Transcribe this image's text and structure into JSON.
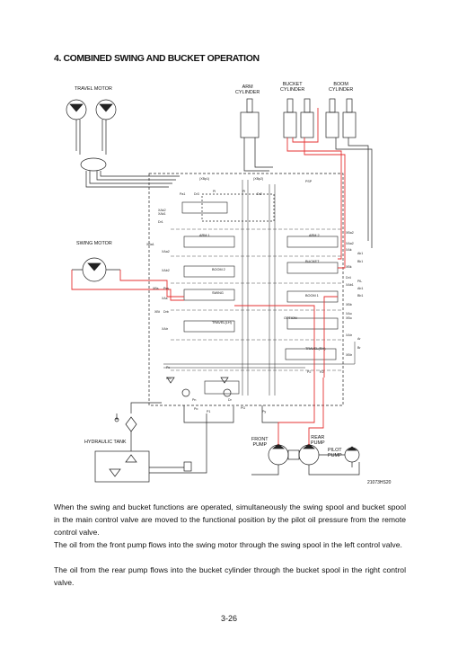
{
  "section_title": "4. COMBINED SWING AND BUCKET OPERATION",
  "labels": {
    "travel_motor": "TRAVEL MOTOR",
    "arm_cylinder": "ARM\nCYLINDER",
    "bucket_cylinder": "BUCKET\nCYLINDER",
    "boom_cylinder": "BOOM\nCYLINDER",
    "swing_motor": "SWING MOTOR",
    "hydraulic_tank": "HYDRAULIC TANK",
    "front_pump": "FRONT\nPUMP",
    "rear_pump": "REAR\nPUMP",
    "pilot_pump": "PILOT\nPUMP"
  },
  "valve_labels": [
    "ARM 1",
    "ARM 2",
    "BUCKET",
    "BOOM 2",
    "SWING",
    "BOOM 1",
    "OPTION",
    "TRAVEL(LH)",
    "TRAVEL(RH)"
  ],
  "figure_code": "21073HS20",
  "paragraphs": [
    "When the swing and bucket functions are operated, simultaneously the swing spool and bucket spool in the main control valve are moved to the functional position by the pilot oil pressure from the remote control valve.",
    "The oil from the front pump flows into the swing motor through the swing spool in the left control valve.",
    "The oil from the rear pump flows into the bucket cylinder through the bucket spool in the right control valve."
  ],
  "page_number": "3-26",
  "colors": {
    "pressure_line": "#e53030",
    "return_line": "#1a1a1a",
    "text": "#111111"
  }
}
